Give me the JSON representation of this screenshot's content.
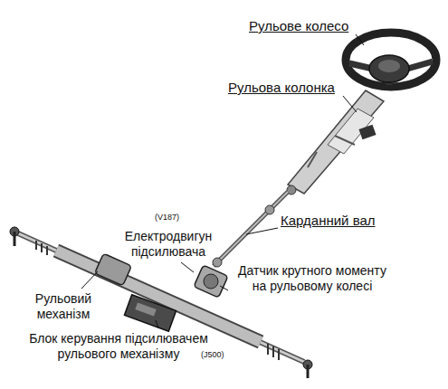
{
  "diagram": {
    "labels": [
      "Рульове колесо",
      "Рульова колонка",
      "(V187)",
      "Карданний вал",
      "Електродвигун підсилювача",
      "Датчик крутного моменту на рульовому колесі",
      "Рульовий механізм",
      "Блок керування підсилювачем рульового механізму",
      "(J500)"
    ]
  }
}
